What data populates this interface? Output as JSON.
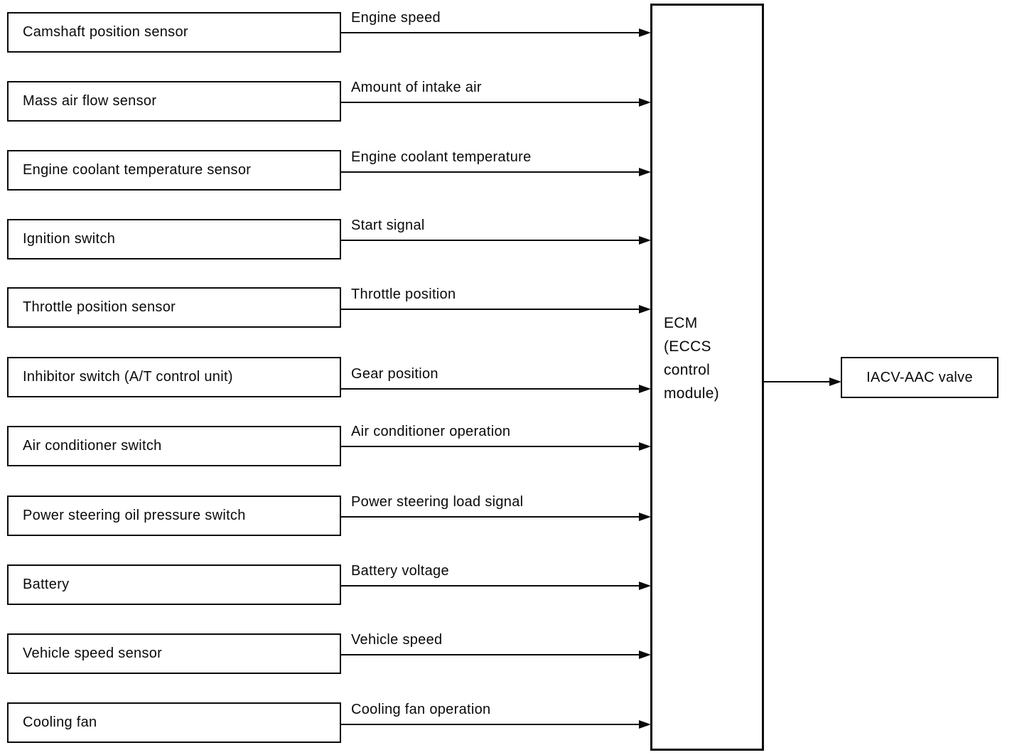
{
  "diagram": {
    "title_hint": "ECM input/output block diagram",
    "rows": [
      {
        "source": "Camshaft position sensor",
        "signal": "Engine speed"
      },
      {
        "source": "Mass air flow sensor",
        "signal": "Amount of intake air"
      },
      {
        "source": "Engine coolant temperature sensor",
        "signal": "Engine coolant temperature"
      },
      {
        "source": "Ignition switch",
        "signal": "Start signal"
      },
      {
        "source": "Throttle position sensor",
        "signal": "Throttle position"
      },
      {
        "source": "Inhibitor switch (A/T control unit)",
        "signal": "Gear position"
      },
      {
        "source": "Air conditioner switch",
        "signal": "Air conditioner operation"
      },
      {
        "source": "Power steering oil pressure switch",
        "signal": "Power steering load signal"
      },
      {
        "source": "Battery",
        "signal": "Battery voltage"
      },
      {
        "source": "Vehicle speed sensor",
        "signal": "Vehicle speed"
      },
      {
        "source": "Cooling fan",
        "signal": "Cooling fan operation"
      }
    ],
    "ecm": {
      "label": "ECM\n(ECCS\ncontrol\nmodule)"
    },
    "output": {
      "label": "IACV-AAC valve"
    },
    "colors": {
      "ink": "#0a0a0a",
      "background": "#ffffff"
    }
  }
}
